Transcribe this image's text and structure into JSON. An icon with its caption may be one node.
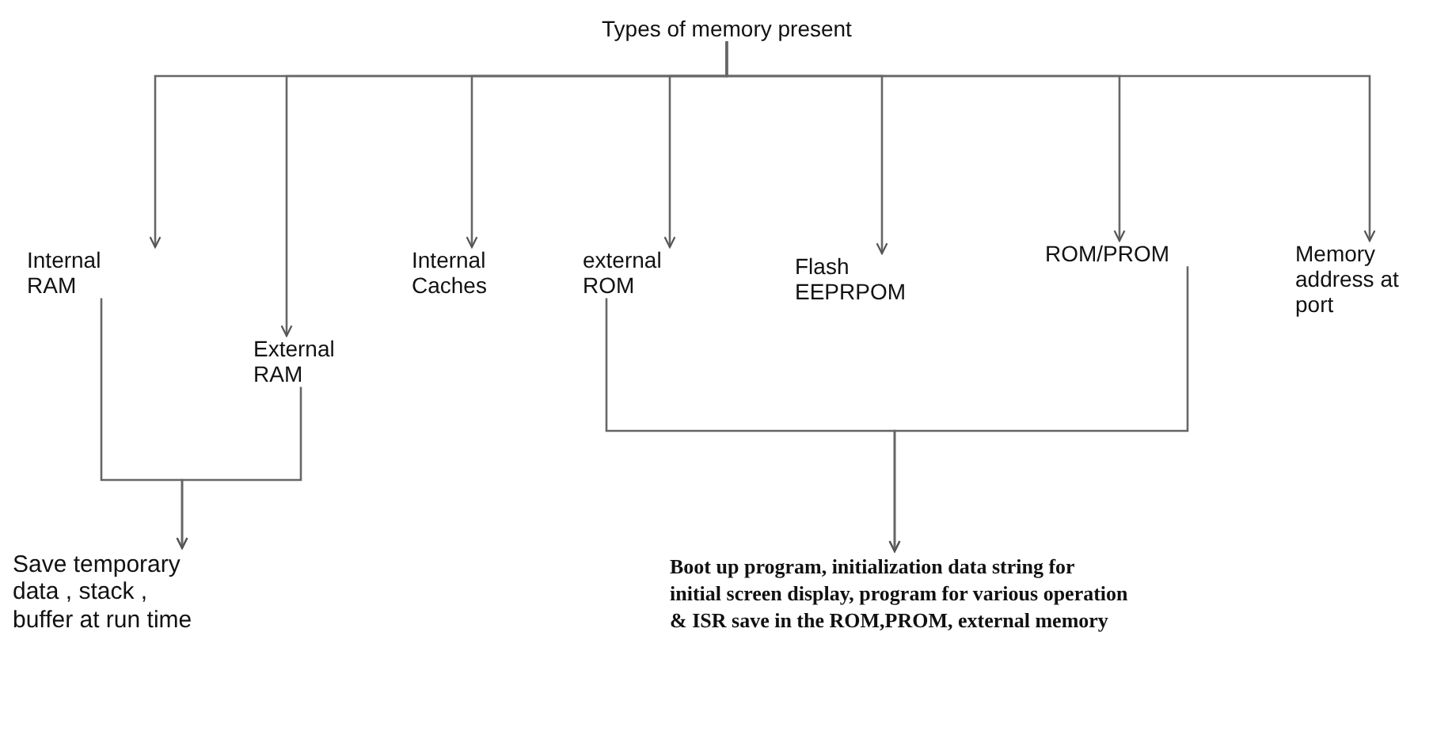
{
  "diagram": {
    "nodes": [
      {
        "text": [
          "Types of memory present"
        ]
      },
      {
        "text": [
          "Internal RAM"
        ]
      },
      {
        "text": [
          "External RAM"
        ]
      },
      {
        "text": [
          "Internal Caches"
        ]
      },
      {
        "text": [
          "external ROM"
        ]
      },
      {
        "text": [
          "Flash EEPRPOM"
        ]
      },
      {
        "text": [
          "ROM/PROM"
        ]
      },
      {
        "text": [
          "Memory address at port"
        ]
      },
      {
        "text": [
          "Save temporary data , stack , buffer at run time"
        ]
      },
      {
        "text": [
          "Boot up program, initialization data string for initial screen display, program for various operation & ISR save in the ROM,PROM, external memory"
        ]
      }
    ],
    "edges": [
      {
        "from": 0,
        "to": 1,
        "arrow": "to"
      },
      {
        "from": 0,
        "to": 2,
        "arrow": "to"
      },
      {
        "from": 0,
        "to": 3,
        "arrow": "to"
      },
      {
        "from": 0,
        "to": 4,
        "arrow": "to"
      },
      {
        "from": 0,
        "to": 5,
        "arrow": "to"
      },
      {
        "from": 0,
        "to": 6,
        "arrow": "to"
      },
      {
        "from": 0,
        "to": 7,
        "arrow": "to"
      },
      {
        "from": 1,
        "to": 8,
        "arrow": "to"
      },
      {
        "from": 2,
        "to": 8,
        "arrow": "to"
      },
      {
        "from": 4,
        "to": 9,
        "arrow": "to"
      },
      {
        "from": 6,
        "to": 9,
        "arrow": "to"
      }
    ]
  }
}
